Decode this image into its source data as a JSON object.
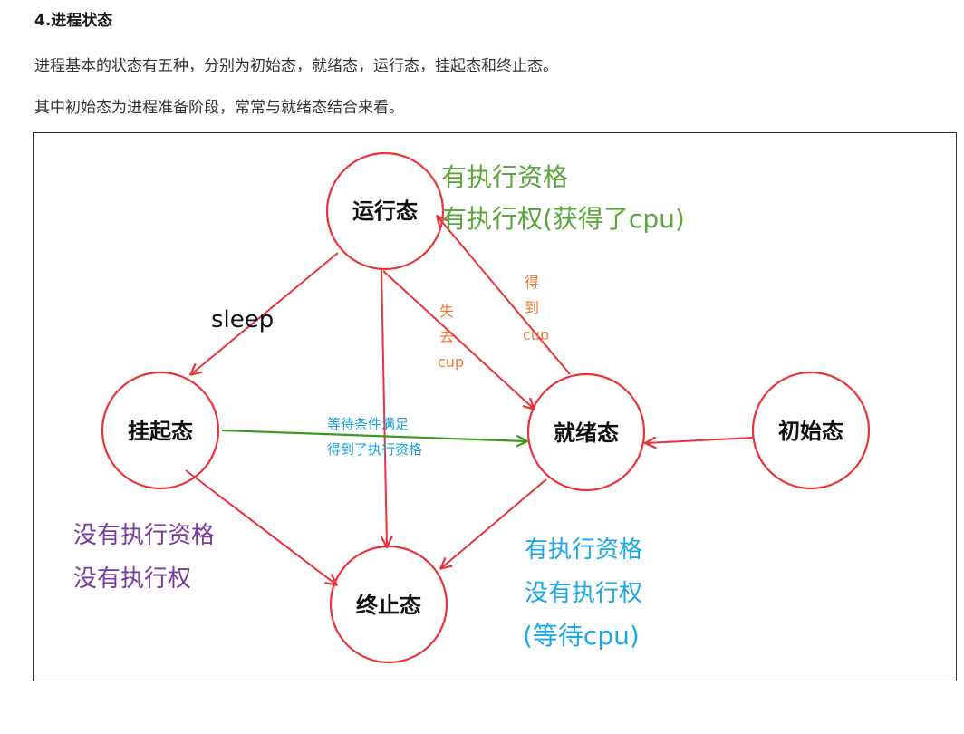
{
  "section": {
    "heading": "4.进程状态",
    "paragraphs": [
      "进程基本的状态有五种，分别为初始态，就绪态，运行态，挂起态和终止态。",
      "其中初始态为进程准备阶段，常常与就绪态结合来看。"
    ]
  },
  "diagram": {
    "states": {
      "running": "运行态",
      "suspended": "挂起态",
      "ready": "就绪态",
      "initial": "初始态",
      "terminated": "终止态"
    },
    "annotations": {
      "running_line1": "有执行资格",
      "running_line2": "有执行权(获得了cpu)",
      "sleep": "sleep",
      "lose_cpu": [
        "失",
        "去",
        "cup"
      ],
      "get_cpu": [
        "得",
        "到",
        "cup"
      ],
      "condition_line1": "等待条件满足",
      "condition_line2": "得到了执行资格",
      "suspended_line1": "没有执行资格",
      "suspended_line2": "没有执行权",
      "ready_line1": "有执行资格",
      "ready_line2": "没有执行权",
      "ready_line3": "(等待cpu)"
    },
    "colors": {
      "circle": "#e8333a",
      "arrow_red": "#e8333a",
      "arrow_green": "#3a9a1e",
      "running_note": "#5aa63a",
      "cpu_note": "#f07a3a",
      "condition_note": "#1aa0e0",
      "suspended_note": "#7a3aa0",
      "ready_note": "#1aa8e8"
    }
  }
}
